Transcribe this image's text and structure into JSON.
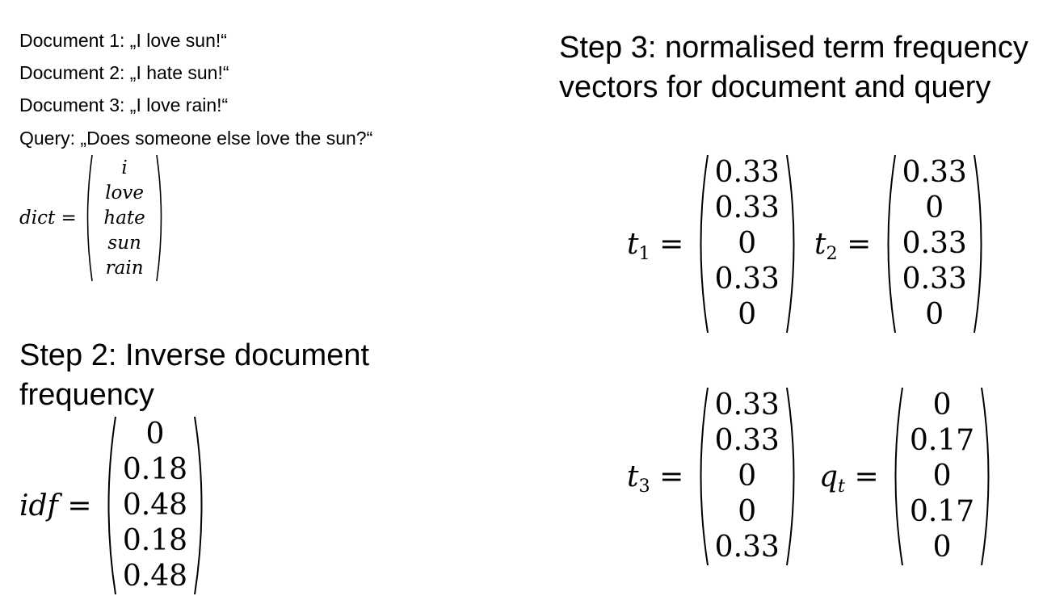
{
  "documents": [
    "Document 1: „I love sun!“",
    "Document 2: „I hate sun!“",
    "Document 3: „I love rain!“",
    "Query: „Does someone else love the sun?“"
  ],
  "dict": {
    "label": "dict",
    "entries": [
      "i",
      "love",
      "hate",
      "sun",
      "rain"
    ]
  },
  "step2": {
    "heading_line1": "Step 2: Inverse document",
    "heading_line2": "frequency",
    "label": "idf",
    "values": [
      "0",
      "0.18",
      "0.48",
      "0.18",
      "0.48"
    ]
  },
  "step3": {
    "heading_line1": "Step 3: normalised term frequency",
    "heading_line2": "vectors for document and query",
    "vectors": [
      {
        "label": "t",
        "sub": "1",
        "values": [
          "0.33",
          "0.33",
          "0",
          "0.33",
          "0"
        ]
      },
      {
        "label": "t",
        "sub": "2",
        "values": [
          "0.33",
          "0",
          "0.33",
          "0.33",
          "0"
        ]
      },
      {
        "label": "t",
        "sub": "3",
        "values": [
          "0.33",
          "0.33",
          "0",
          "0",
          "0.33"
        ]
      },
      {
        "label": "q",
        "sub": "t",
        "values": [
          "0",
          "0.17",
          "0",
          "0.17",
          "0"
        ]
      }
    ]
  },
  "equals": "="
}
